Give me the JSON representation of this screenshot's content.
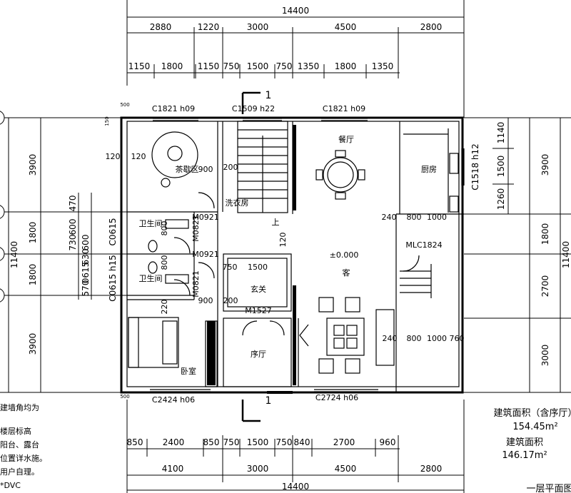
{
  "dims": {
    "top_total": "14400",
    "top_row2": [
      "2880",
      "1220",
      "3000",
      "4500",
      "2800"
    ],
    "top_row3": [
      "1150",
      "1800",
      "1150",
      "750",
      "1500",
      "750",
      "1350",
      "1800",
      "1350"
    ],
    "bottom_row1": [
      "850",
      "2400",
      "850",
      "750",
      "1500",
      "750",
      "840",
      "2700",
      "960"
    ],
    "bottom_row2": [
      "4100",
      "3000",
      "4500",
      "2800"
    ],
    "bottom_total": "14400",
    "left_rows": [
      "3900",
      "1800",
      "1800",
      "3900"
    ],
    "left_total": "11400",
    "right_rows": [
      "3900",
      "1800",
      "2700",
      "3000"
    ],
    "right_total": "11400",
    "left_inner": [
      "470",
      "730",
      "600",
      "0615",
      "630",
      "570",
      "600",
      "C0615",
      "C0615 h15"
    ],
    "right_inner": [
      "1140",
      "1500",
      "1260"
    ]
  },
  "rooms": {
    "tea": "茶歇区",
    "laundry": "洗衣房",
    "dining": "餐厅",
    "kitchen": "厨房",
    "bath1": "卫生间",
    "bath2": "卫生间",
    "foyer": "玄关",
    "living": "客",
    "bedroom": "卧室",
    "hall": "序厅"
  },
  "tags": {
    "w_tea": "C1821 h09",
    "w_stair": "C1509 h22",
    "w_dining": "C1821 h09",
    "w_bed": "C2424 h06",
    "w_living": "C2724 h06",
    "w_kitchen": "C1518 h12",
    "door_mlc": "MLC1824",
    "door_m0921a": "M0921",
    "door_m0921b": "M0921",
    "door_m0821a": "M0821",
    "door_m0821b": "M0821",
    "door_m1527": "M1527",
    "elev": "±0.000",
    "up": "上",
    "section_top": "1",
    "section_bottom": "1"
  },
  "small_dims": {
    "d120a": "120",
    "d120b": "120",
    "d900a": "900",
    "d900b": "900",
    "d200a": "200",
    "d120c": "120",
    "d240a": "240",
    "d800a": "800",
    "d1000a": "1000",
    "d750": "750",
    "d1500": "1500",
    "d200b": "200",
    "d220": "220",
    "d800b": "800",
    "d800c": "800",
    "d240b": "240",
    "d800d": "800",
    "d1000b": "1000",
    "d760": "760",
    "d500a": "500",
    "d500b": "500",
    "d150": "150"
  },
  "areas": {
    "title1": "建筑面积（含序厅）",
    "value1": "154.45m²",
    "title2": "建筑面积",
    "value2": "146.17m²"
  },
  "notes": [
    "建墙角均为",
    "楼层标高",
    "阳台、露台",
    "位置详水施。",
    "用户自理。",
    "*DVC"
  ],
  "plan_title": "一层平面图"
}
